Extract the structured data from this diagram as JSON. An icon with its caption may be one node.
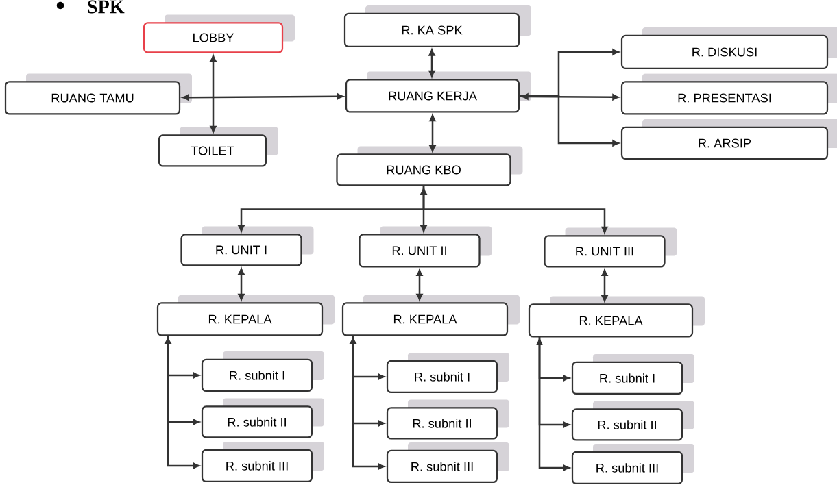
{
  "diagram": {
    "nodes": [
      {
        "text": [
          "LOBBY"
        ]
      },
      {
        "text": [
          "RUANG TAMU"
        ]
      },
      {
        "text": [
          "TOILET"
        ]
      },
      {
        "text": [
          "R. KA SPK"
        ]
      },
      {
        "text": [
          "RUANG KERJA"
        ]
      },
      {
        "text": [
          "R. DISKUSI"
        ]
      },
      {
        "text": [
          "R. PRESENTASI"
        ]
      },
      {
        "text": [
          "R. ARSIP"
        ]
      },
      {
        "text": [
          "RUANG KBO"
        ]
      },
      {
        "text": [
          "R. UNIT I"
        ]
      },
      {
        "text": [
          "R. UNIT II"
        ]
      },
      {
        "text": [
          "R. UNIT III"
        ]
      },
      {
        "text": [
          "R. KEPALA"
        ]
      },
      {
        "text": [
          "R. KEPALA"
        ]
      },
      {
        "text": [
          "R. KEPALA"
        ]
      },
      {
        "text": [
          "R. subnit I"
        ]
      },
      {
        "text": [
          "R. subnit II"
        ]
      },
      {
        "text": [
          "R. subnit III"
        ]
      },
      {
        "text": [
          "R. subnit I"
        ]
      },
      {
        "text": [
          "R. subnit II"
        ]
      },
      {
        "text": [
          "R. subnit III"
        ]
      },
      {
        "text": [
          "R. subnit I"
        ]
      },
      {
        "text": [
          "R. subnit II"
        ]
      },
      {
        "text": [
          "R. subnit III"
        ]
      }
    ],
    "edges": [
      {
        "from": 0,
        "to": 2,
        "arrow": "both"
      },
      {
        "from": 1,
        "to": 4,
        "arrow": "both"
      },
      {
        "from": 3,
        "to": 4,
        "arrow": "both"
      },
      {
        "from": 4,
        "to": 5,
        "arrow": "to"
      },
      {
        "from": 4,
        "to": 6,
        "arrow": "both"
      },
      {
        "from": 4,
        "to": 7,
        "arrow": "to"
      },
      {
        "from": 4,
        "to": 8,
        "arrow": "both"
      },
      {
        "from": 8,
        "to": 9,
        "arrow": "to"
      },
      {
        "from": 8,
        "to": 10,
        "arrow": "both"
      },
      {
        "from": 8,
        "to": 11,
        "arrow": "to"
      },
      {
        "from": 9,
        "to": 12,
        "arrow": "both"
      },
      {
        "from": 10,
        "to": 13,
        "arrow": "both"
      },
      {
        "from": 11,
        "to": 14,
        "arrow": "both"
      },
      {
        "from": 12,
        "to": 15,
        "arrow": "both"
      },
      {
        "from": 12,
        "to": 16,
        "arrow": "to"
      },
      {
        "from": 12,
        "to": 17,
        "arrow": "to"
      },
      {
        "from": 13,
        "to": 18,
        "arrow": "both"
      },
      {
        "from": 13,
        "to": 19,
        "arrow": "to"
      },
      {
        "from": 13,
        "to": 20,
        "arrow": "to"
      },
      {
        "from": 14,
        "to": 21,
        "arrow": "both"
      },
      {
        "from": 14,
        "to": 22,
        "arrow": "to"
      },
      {
        "from": 14,
        "to": 23,
        "arrow": "to"
      }
    ],
    "labels": [
      "SPK"
    ]
  }
}
